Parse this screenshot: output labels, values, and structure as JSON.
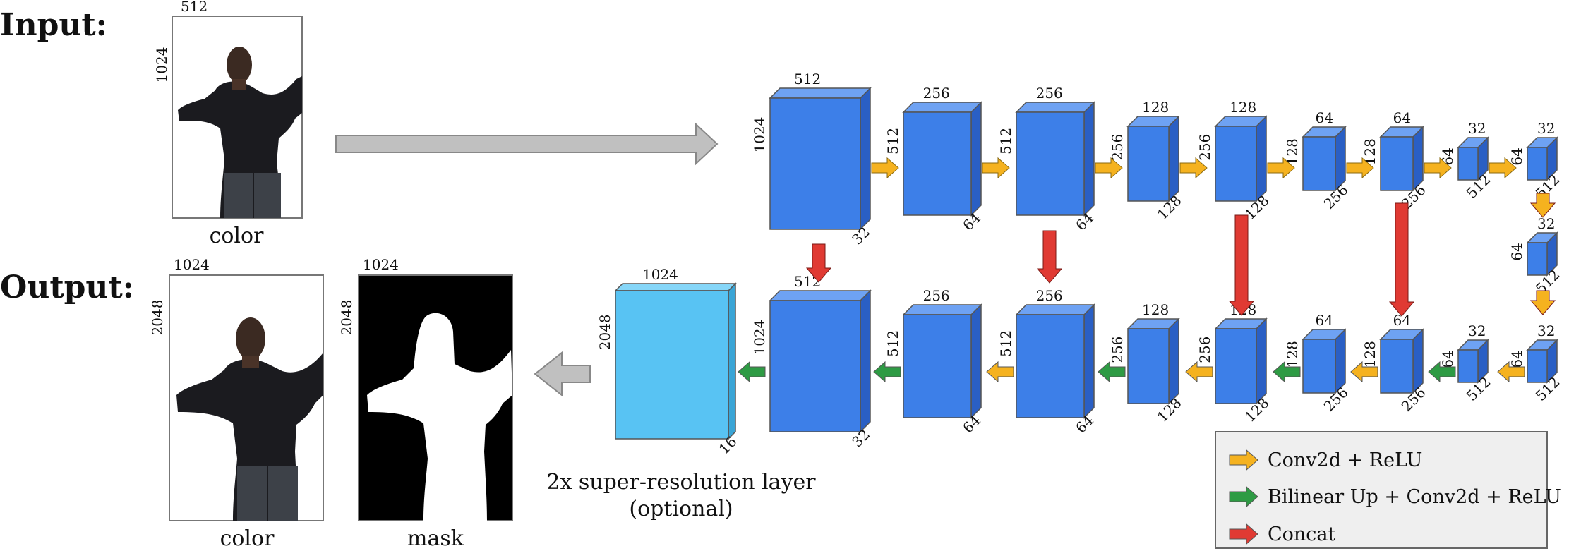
{
  "headings": {
    "input": "Input:",
    "output": "Output:"
  },
  "input_image": {
    "caption": "color",
    "width_label": "512",
    "height_label": "1024"
  },
  "output_images": [
    {
      "caption": "color",
      "width_label": "1024",
      "height_label": "2048"
    },
    {
      "caption": "mask",
      "width_label": "1024",
      "height_label": "2048"
    }
  ],
  "super_resolution": {
    "caption_line1": "2x super-resolution layer",
    "caption_line2": "(optional)"
  },
  "legend": [
    {
      "label": "Conv2d + ReLU",
      "color": "#f5b21f"
    },
    {
      "label": "Bilinear Up + Conv2d + ReLU",
      "color": "#2e9b44"
    },
    {
      "label": "Concat",
      "color": "#e03a33"
    }
  ],
  "colors": {
    "block_front": "#3d7fe8",
    "block_top": "#6ea2f3",
    "block_side": "#2a5fc4",
    "sr_front": "#58c3f3",
    "sr_top": "#86d6f8",
    "sr_side": "#3aa5d6",
    "big_arrow": "#c0c0c0"
  },
  "encoder_blocks": [
    {
      "top": "512",
      "left": "1024",
      "depth": "32"
    },
    {
      "top": "256",
      "left": "512",
      "depth": "64"
    },
    {
      "top": "256",
      "left": "512",
      "depth": "64"
    },
    {
      "top": "128",
      "left": "256",
      "depth": "128"
    },
    {
      "top": "128",
      "left": "256",
      "depth": "128"
    },
    {
      "top": "64",
      "left": "128",
      "depth": "256"
    },
    {
      "top": "64",
      "left": "128",
      "depth": "256"
    },
    {
      "top": "32",
      "left": "64",
      "depth": "512"
    },
    {
      "top": "32",
      "left": "64",
      "depth": "512"
    }
  ],
  "bottleneck_block": {
    "top": "32",
    "left": "64",
    "depth": "512"
  },
  "decoder_blocks": [
    {
      "top": "512",
      "left": "1024",
      "depth": "32"
    },
    {
      "top": "256",
      "left": "512",
      "depth": "64"
    },
    {
      "top": "256",
      "left": "512",
      "depth": "64"
    },
    {
      "top": "128",
      "left": "256",
      "depth": "128"
    },
    {
      "top": "128",
      "left": "256",
      "depth": "128"
    },
    {
      "top": "64",
      "left": "128",
      "depth": "256"
    },
    {
      "top": "64",
      "left": "128",
      "depth": "256"
    },
    {
      "top": "32",
      "left": "64",
      "depth": "512"
    },
    {
      "top": "32",
      "left": "64",
      "depth": "512"
    }
  ],
  "sr_block": {
    "top": "1024",
    "left": "2048",
    "depth": "16"
  }
}
